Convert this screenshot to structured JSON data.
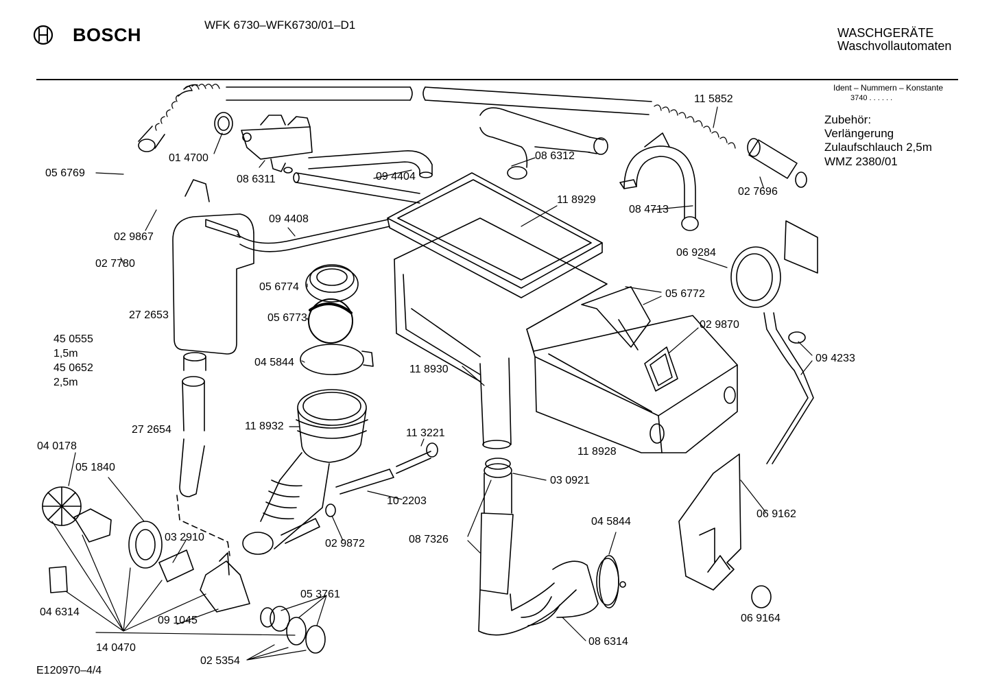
{
  "header": {
    "brand": "BOSCH",
    "model": "WFK 6730–WFK6730/01–D1",
    "category_line1": "WASCHGERÄTE",
    "category_line2": "Waschvollautomaten",
    "ident_label": "Ident – Nummern – Konstante",
    "ident_value": "3740 . .   . . . ."
  },
  "accessories": {
    "lines": [
      "Zubehör:",
      "Verlängerung",
      "Zulaufschlauch 2,5m",
      "WMZ 2380/01"
    ]
  },
  "footer": {
    "drawing_id": "E120970–4/4"
  },
  "parts": [
    {
      "id": "p014700",
      "text": "01 4700"
    },
    {
      "id": "p056769",
      "text": "05 6769"
    },
    {
      "id": "p086311",
      "text": "08 6311"
    },
    {
      "id": "p094404",
      "text": "09 4404"
    },
    {
      "id": "p086312",
      "text": "08 6312"
    },
    {
      "id": "p115852",
      "text": "11 5852"
    },
    {
      "id": "p084713",
      "text": "08 4713"
    },
    {
      "id": "p027696",
      "text": "02 7696"
    },
    {
      "id": "p118929",
      "text": "11 8929"
    },
    {
      "id": "p029867",
      "text": "02 9867"
    },
    {
      "id": "p094408",
      "text": "09 4408"
    },
    {
      "id": "p027780",
      "text": "02 7780"
    },
    {
      "id": "p069284",
      "text": "06 9284"
    },
    {
      "id": "p056774",
      "text": "05 6774"
    },
    {
      "id": "p056772",
      "text": "05 6772"
    },
    {
      "id": "p272653",
      "text": "27 2653"
    },
    {
      "id": "p056773",
      "text": "05 6773"
    },
    {
      "id": "p029870",
      "text": "02 9870"
    },
    {
      "id": "p450555",
      "text": "45 0555"
    },
    {
      "id": "p15m",
      "text": "1,5m"
    },
    {
      "id": "p450652",
      "text": "45 0652"
    },
    {
      "id": "p25m",
      "text": "2,5m"
    },
    {
      "id": "p045844a",
      "text": "04 5844"
    },
    {
      "id": "p094233",
      "text": "09 4233"
    },
    {
      "id": "p118930",
      "text": "11 8930"
    },
    {
      "id": "p118932",
      "text": "11 8932"
    },
    {
      "id": "p272654",
      "text": "27 2654"
    },
    {
      "id": "p113221",
      "text": "11 3221"
    },
    {
      "id": "p118928",
      "text": "11 8928"
    },
    {
      "id": "p040178",
      "text": "04 0178"
    },
    {
      "id": "p051840",
      "text": "05 1840"
    },
    {
      "id": "p030921",
      "text": "03 0921"
    },
    {
      "id": "p102203",
      "text": "10 2203"
    },
    {
      "id": "p069162",
      "text": "06 9162"
    },
    {
      "id": "p045844b",
      "text": "04 5844"
    },
    {
      "id": "p032910",
      "text": "03 2910"
    },
    {
      "id": "p029872",
      "text": "02 9872"
    },
    {
      "id": "p087326",
      "text": "08 7326"
    },
    {
      "id": "p053761",
      "text": "05 3761"
    },
    {
      "id": "p046314",
      "text": "04 6314"
    },
    {
      "id": "p091045",
      "text": "09 1045"
    },
    {
      "id": "p069164",
      "text": "06 9164"
    },
    {
      "id": "p140470",
      "text": "14 0470"
    },
    {
      "id": "p086314",
      "text": "08 6314"
    },
    {
      "id": "p025354",
      "text": "02 5354"
    }
  ]
}
